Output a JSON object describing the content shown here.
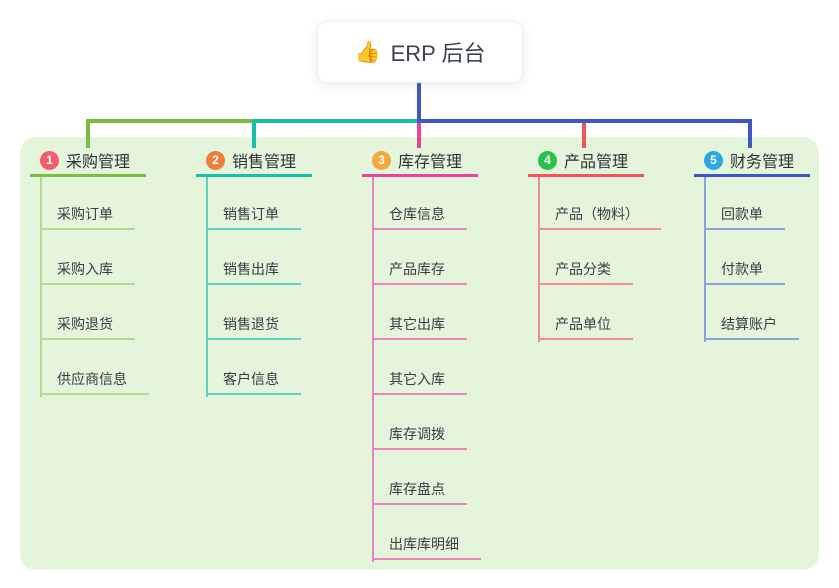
{
  "root": {
    "icon": "👍",
    "icon_name": "thumbs-up-icon",
    "label": "ERP 后台"
  },
  "colors": {
    "background": "#ffffff",
    "panel": "#e5f5dc",
    "connector": "#3e56c6",
    "root_text": "#3b4254",
    "title_text": "#2f3138",
    "subtopic_text": "#3a3b43"
  },
  "branches": [
    {
      "key": "purchase",
      "num": "1",
      "title": "采购管理",
      "badge_color": "#f45b6c",
      "line_color": "#7abf43",
      "sub_line_color": "#b5d98f",
      "children": [
        "采购订单",
        "采购入库",
        "采购退货",
        "供应商信息"
      ]
    },
    {
      "key": "sales",
      "num": "2",
      "title": "销售管理",
      "badge_color": "#ef7d3b",
      "line_color": "#16bfa8",
      "sub_line_color": "#63cfc0",
      "children": [
        "销售订单",
        "销售出库",
        "销售退货",
        "客户信息"
      ]
    },
    {
      "key": "inventory",
      "num": "3",
      "title": "库存管理",
      "badge_color": "#f3a93c",
      "line_color": "#e8449b",
      "sub_line_color": "#ef83bd",
      "children": [
        "仓库信息",
        "产品库存",
        "其它出库",
        "其它入库",
        "库存调拨",
        "库存盘点",
        "出库库明细"
      ]
    },
    {
      "key": "product",
      "num": "4",
      "title": "产品管理",
      "badge_color": "#2ac24f",
      "line_color": "#f1545d",
      "sub_line_color": "#f48b91",
      "children": [
        "产品（物料）",
        "产品分类",
        "产品单位"
      ]
    },
    {
      "key": "finance",
      "num": "5",
      "title": "财务管理",
      "badge_color": "#2ba7e6",
      "line_color": "#3e56c6",
      "sub_line_color": "#8aa4d9",
      "children": [
        "回款单",
        "付款单",
        "结算账户"
      ]
    }
  ]
}
